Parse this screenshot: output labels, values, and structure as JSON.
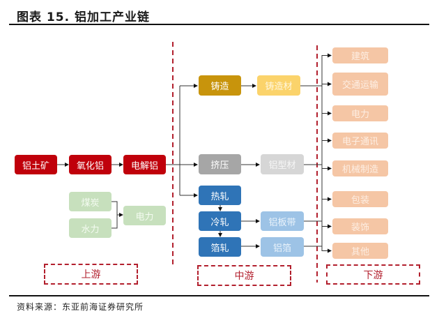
{
  "header": {
    "title": "图表 15. 铝加工产业链"
  },
  "footer": {
    "source": "资料来源：东亚前海证券研究所"
  },
  "stages": {
    "upstream": "上游",
    "midstream": "中游",
    "downstream": "下游"
  },
  "colors": {
    "upstream_main": "#c0000b",
    "energy": "#c7e0bd",
    "casting": "#c8940c",
    "casting_product": "#fbd36b",
    "extrusion": "#a6a6a6",
    "extrusion_product": "#d6d6d6",
    "rolling": "#2f74b7",
    "rolling_product": "#9dc3e6",
    "downstream": "#f5c6a5",
    "stage_border": "#b21f2d"
  },
  "upstream": {
    "chain": [
      "铝土矿",
      "氧化铝",
      "电解铝"
    ],
    "energy_sources": [
      "煤炭",
      "水力"
    ],
    "energy_output": "电力"
  },
  "midstream": {
    "processes": [
      {
        "process": "铸造",
        "product": "铸造材"
      },
      {
        "process": "挤压",
        "product": "铝型材"
      },
      {
        "process": "热轧",
        "product": null
      },
      {
        "process": "冷轧",
        "product": "铝板带"
      },
      {
        "process": "箔轧",
        "product": "铝箔"
      }
    ]
  },
  "downstream": {
    "sectors": [
      "建筑",
      "交通运输",
      "电力",
      "电子通讯",
      "机械制造",
      "包装",
      "装饰",
      "其他"
    ]
  }
}
